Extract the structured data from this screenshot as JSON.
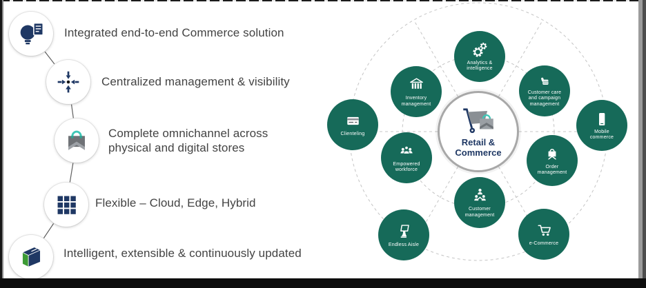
{
  "slide": {
    "left_panel": {
      "items": [
        {
          "icon": "lightbulb-document-icon",
          "label": "Integrated end-to-end Commerce solution"
        },
        {
          "icon": "converging-arrows-icon",
          "label": "Centralized management & visibility"
        },
        {
          "icon": "shopping-bag-icon",
          "label": "Complete omnichannel across\nphysical and digital stores"
        },
        {
          "icon": "grid-tiles-icon",
          "label": "Flexible – Cloud, Edge, Hybrid"
        },
        {
          "icon": "package-box-icon",
          "label": "Intelligent, extensible & continuously updated"
        }
      ]
    },
    "diagram": {
      "center": {
        "icon": "cart-and-bag-icon",
        "label": "Retail &\nCommerce"
      },
      "nodes": [
        {
          "icon": "gears-icon",
          "label": "Analytics &\nintelligence"
        },
        {
          "icon": "bank-building-icon",
          "label": "Inventory\nmanagement"
        },
        {
          "icon": "thumbs-up-icon",
          "label": "Customer care\nand campaign\nmanagement"
        },
        {
          "icon": "smartphone-icon",
          "label": "Mobile\ncommerce"
        },
        {
          "icon": "credit-card-icon",
          "label": "Clienteling"
        },
        {
          "icon": "team-icon",
          "label": "Empowered\nworkforce"
        },
        {
          "icon": "order-bag-icon",
          "label": "Order\nmanagement"
        },
        {
          "icon": "org-people-icon",
          "label": "Customer\nmanagement"
        },
        {
          "icon": "kiosk-icon",
          "label": "Endless Aisle"
        },
        {
          "icon": "shopping-cart-icon",
          "label": "e-Commerce"
        }
      ]
    },
    "colors": {
      "bubble_green": "#166A59",
      "navy": "#1F3864",
      "teal_accent": "#3FC8B7",
      "guide_gray": "#C4C4C4",
      "icon_gray": "#8A8F94"
    }
  }
}
